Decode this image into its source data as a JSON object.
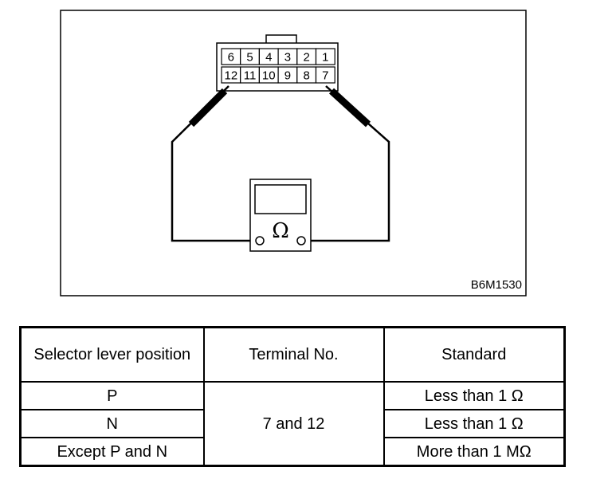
{
  "diagram": {
    "code": "B6M1530",
    "meter_symbol": "Ω",
    "connector": {
      "top_row": [
        "6",
        "5",
        "4",
        "3",
        "2",
        "1"
      ],
      "bottom_row": [
        "12",
        "11",
        "10",
        "9",
        "8",
        "7"
      ]
    }
  },
  "table": {
    "headers": [
      "Selector lever position",
      "Terminal No.",
      "Standard"
    ],
    "rows": [
      {
        "position": "P",
        "standard": "Less than 1 Ω"
      },
      {
        "position": "N",
        "standard": "Less than 1 Ω"
      },
      {
        "position": "Except P and N",
        "standard": "More than 1 MΩ"
      }
    ],
    "terminal": "7 and 12"
  }
}
